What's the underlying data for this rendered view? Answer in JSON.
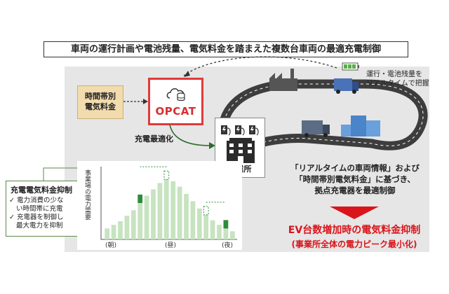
{
  "header": {
    "title": "車両の運行計画や電池残量、電気料金を踏まえた複数台車両の最適充電制御"
  },
  "fee_box": {
    "line1": "時間帯別",
    "line2": "電気料金"
  },
  "opcat": {
    "label": "OPCAT"
  },
  "control_label": "充電最適化",
  "office": {
    "label": "事業所"
  },
  "truck_note": {
    "line1": "運行・電池残量を",
    "line2": "リアルタイムで把握"
  },
  "left_panel": {
    "title": "充電電気料金抑制",
    "items": [
      "電力消費の少な",
      "い時間帯に充電",
      "充電器を制御し",
      "最大電力を抑制"
    ]
  },
  "chart_data": {
    "type": "bar",
    "ylabel": "事業場の電力需要",
    "tick_labels": [
      "(朝)",
      "(昼)",
      "(夜)"
    ],
    "values": [
      12,
      16,
      20,
      26,
      32,
      40,
      48,
      55,
      62,
      66,
      64,
      58,
      50,
      42,
      34,
      27,
      21,
      16,
      12,
      9
    ],
    "ylim": [
      0,
      80
    ]
  },
  "right_text": {
    "line1": "「リアルタイムの車両情報」および",
    "line2": "「時間帯別電気料金」に基づき、",
    "line3": "拠点充電器を最適制御"
  },
  "result": {
    "line1": "EV台数増加時の電気料金抑制",
    "line2": "(事業所全体の電力ピーク最小化)"
  },
  "colors": {
    "opcat_border": "#e03a3a",
    "fee_box": "#f2dcae",
    "road": "#3d3d3d",
    "bar_light": "#c7e3c0",
    "bar_dark": "#2e8b3a",
    "result_red": "#d9141a"
  }
}
